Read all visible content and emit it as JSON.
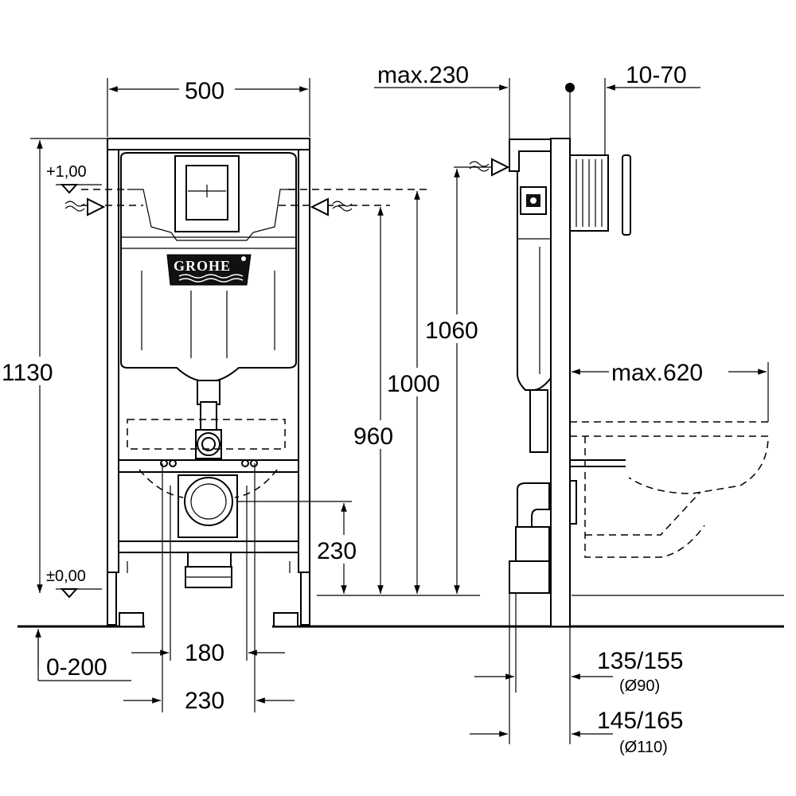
{
  "front_view": {
    "width_label": "500",
    "total_height_label": "1130",
    "level_top_label": "+1,00",
    "level_floor_label": "±0,00",
    "brand_logo_text": "GROHE",
    "drain_height_label": "230",
    "height_960_label": "960",
    "height_1000_label": "1000",
    "height_1060_label": "1060",
    "bolt_spacing_180_label": "180",
    "bolt_spacing_230_label": "230",
    "adjust_range_label": "0-200"
  },
  "side_view": {
    "max_depth_label": "max.230",
    "wall_thickness_label": "10-70",
    "max_projection_label": "max.620",
    "pipe_90_label": "135/155",
    "pipe_90_sub_label": "(Ø90)",
    "pipe_110_label": "145/165",
    "pipe_110_sub_label": "(Ø110)"
  },
  "icons": [
    "arrow-icon",
    "floor-level-marker-icon",
    "water-inlet-icon"
  ]
}
